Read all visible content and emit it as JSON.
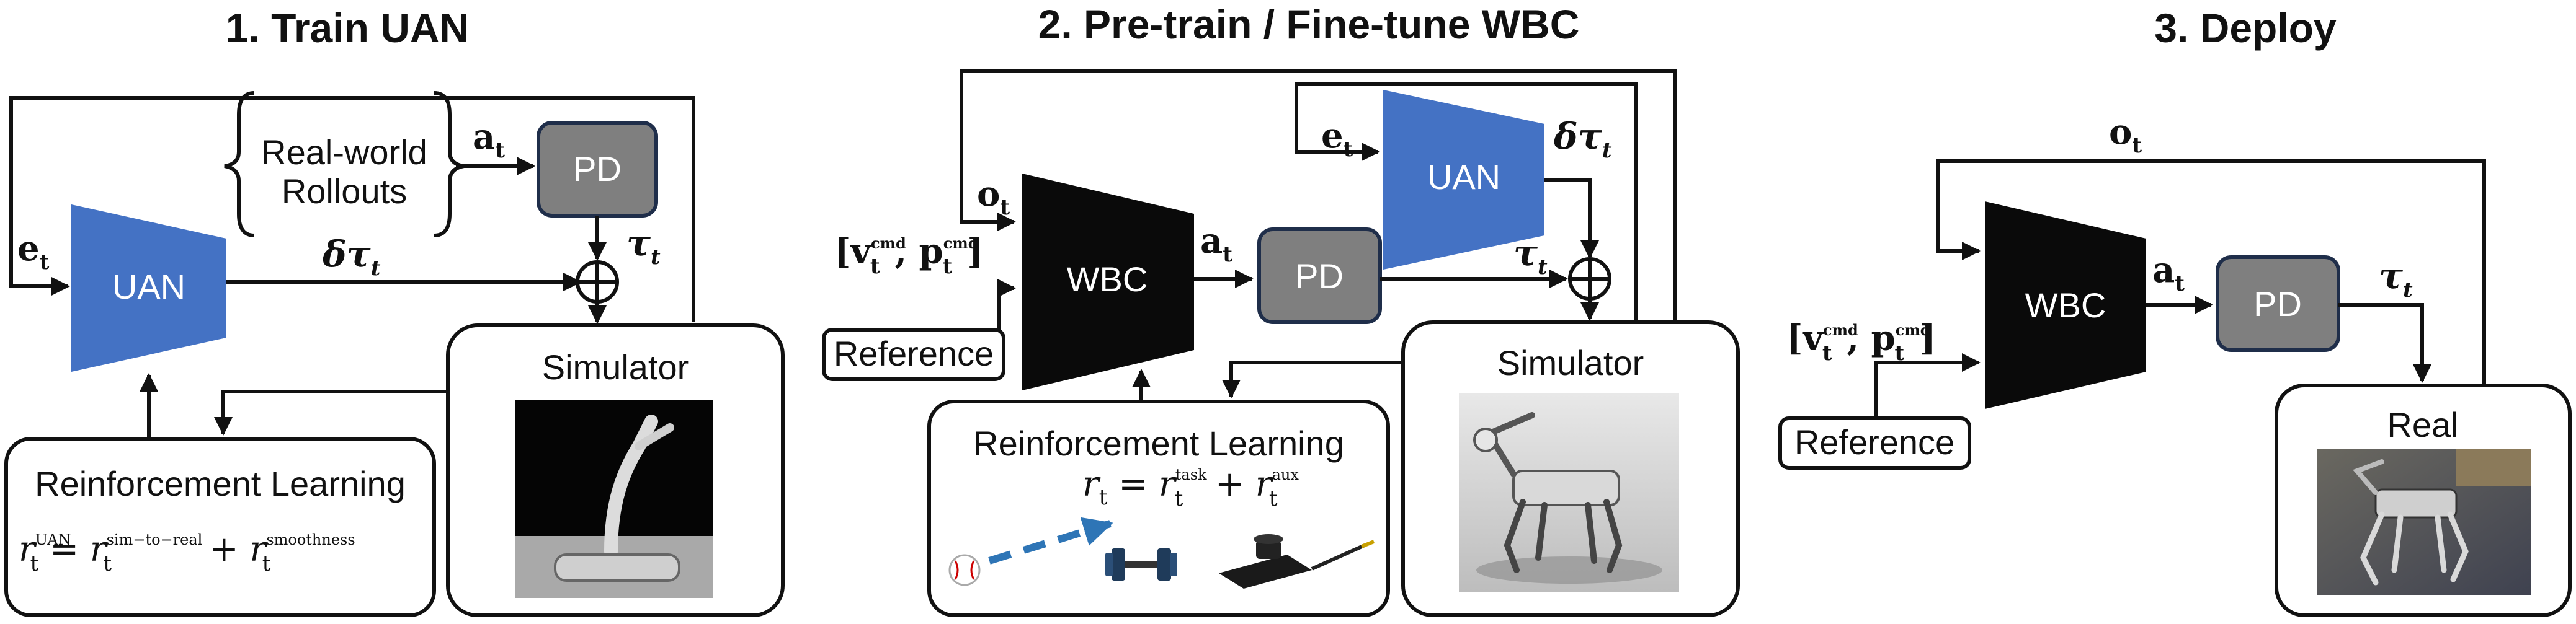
{
  "sections": {
    "train_title": "1. Train UAN",
    "pretrain_title": "2. Pre-train / Fine-tune WBC",
    "deploy_title": "3. Deploy"
  },
  "blocks": {
    "uan": "UAN",
    "wbc": "WBC",
    "pd": "PD",
    "real_world_line1": "Real-world",
    "real_world_line2": "Rollouts",
    "simulator": "Simulator",
    "rl": "Reinforcement Learning",
    "reference": "Reference",
    "real": "Real"
  },
  "symbols": {
    "e_t": "e",
    "a_t": "a",
    "o_t": "o",
    "tau_t": "τ",
    "delta_tau": "δτ",
    "sub_t": "t",
    "v_cmd": "[v",
    "p_cmd": ", p",
    "cmd": "cmd",
    "close_bracket": "]",
    "r_uan": "r",
    "uan_sup": "UAN",
    "sim_sup": "sim−to−real",
    "smooth_sup": "smoothness",
    "task_sup": "task",
    "aux_sup": "aux",
    "equals": " = ",
    "plus": " + "
  },
  "colors": {
    "uan_blue": "#4472C4",
    "wbc_black": "#0a0a0a",
    "pd_gray": "#7f7f7f",
    "pd_border": "#1f2e4a",
    "arrow_blue": "#2e75b6"
  }
}
